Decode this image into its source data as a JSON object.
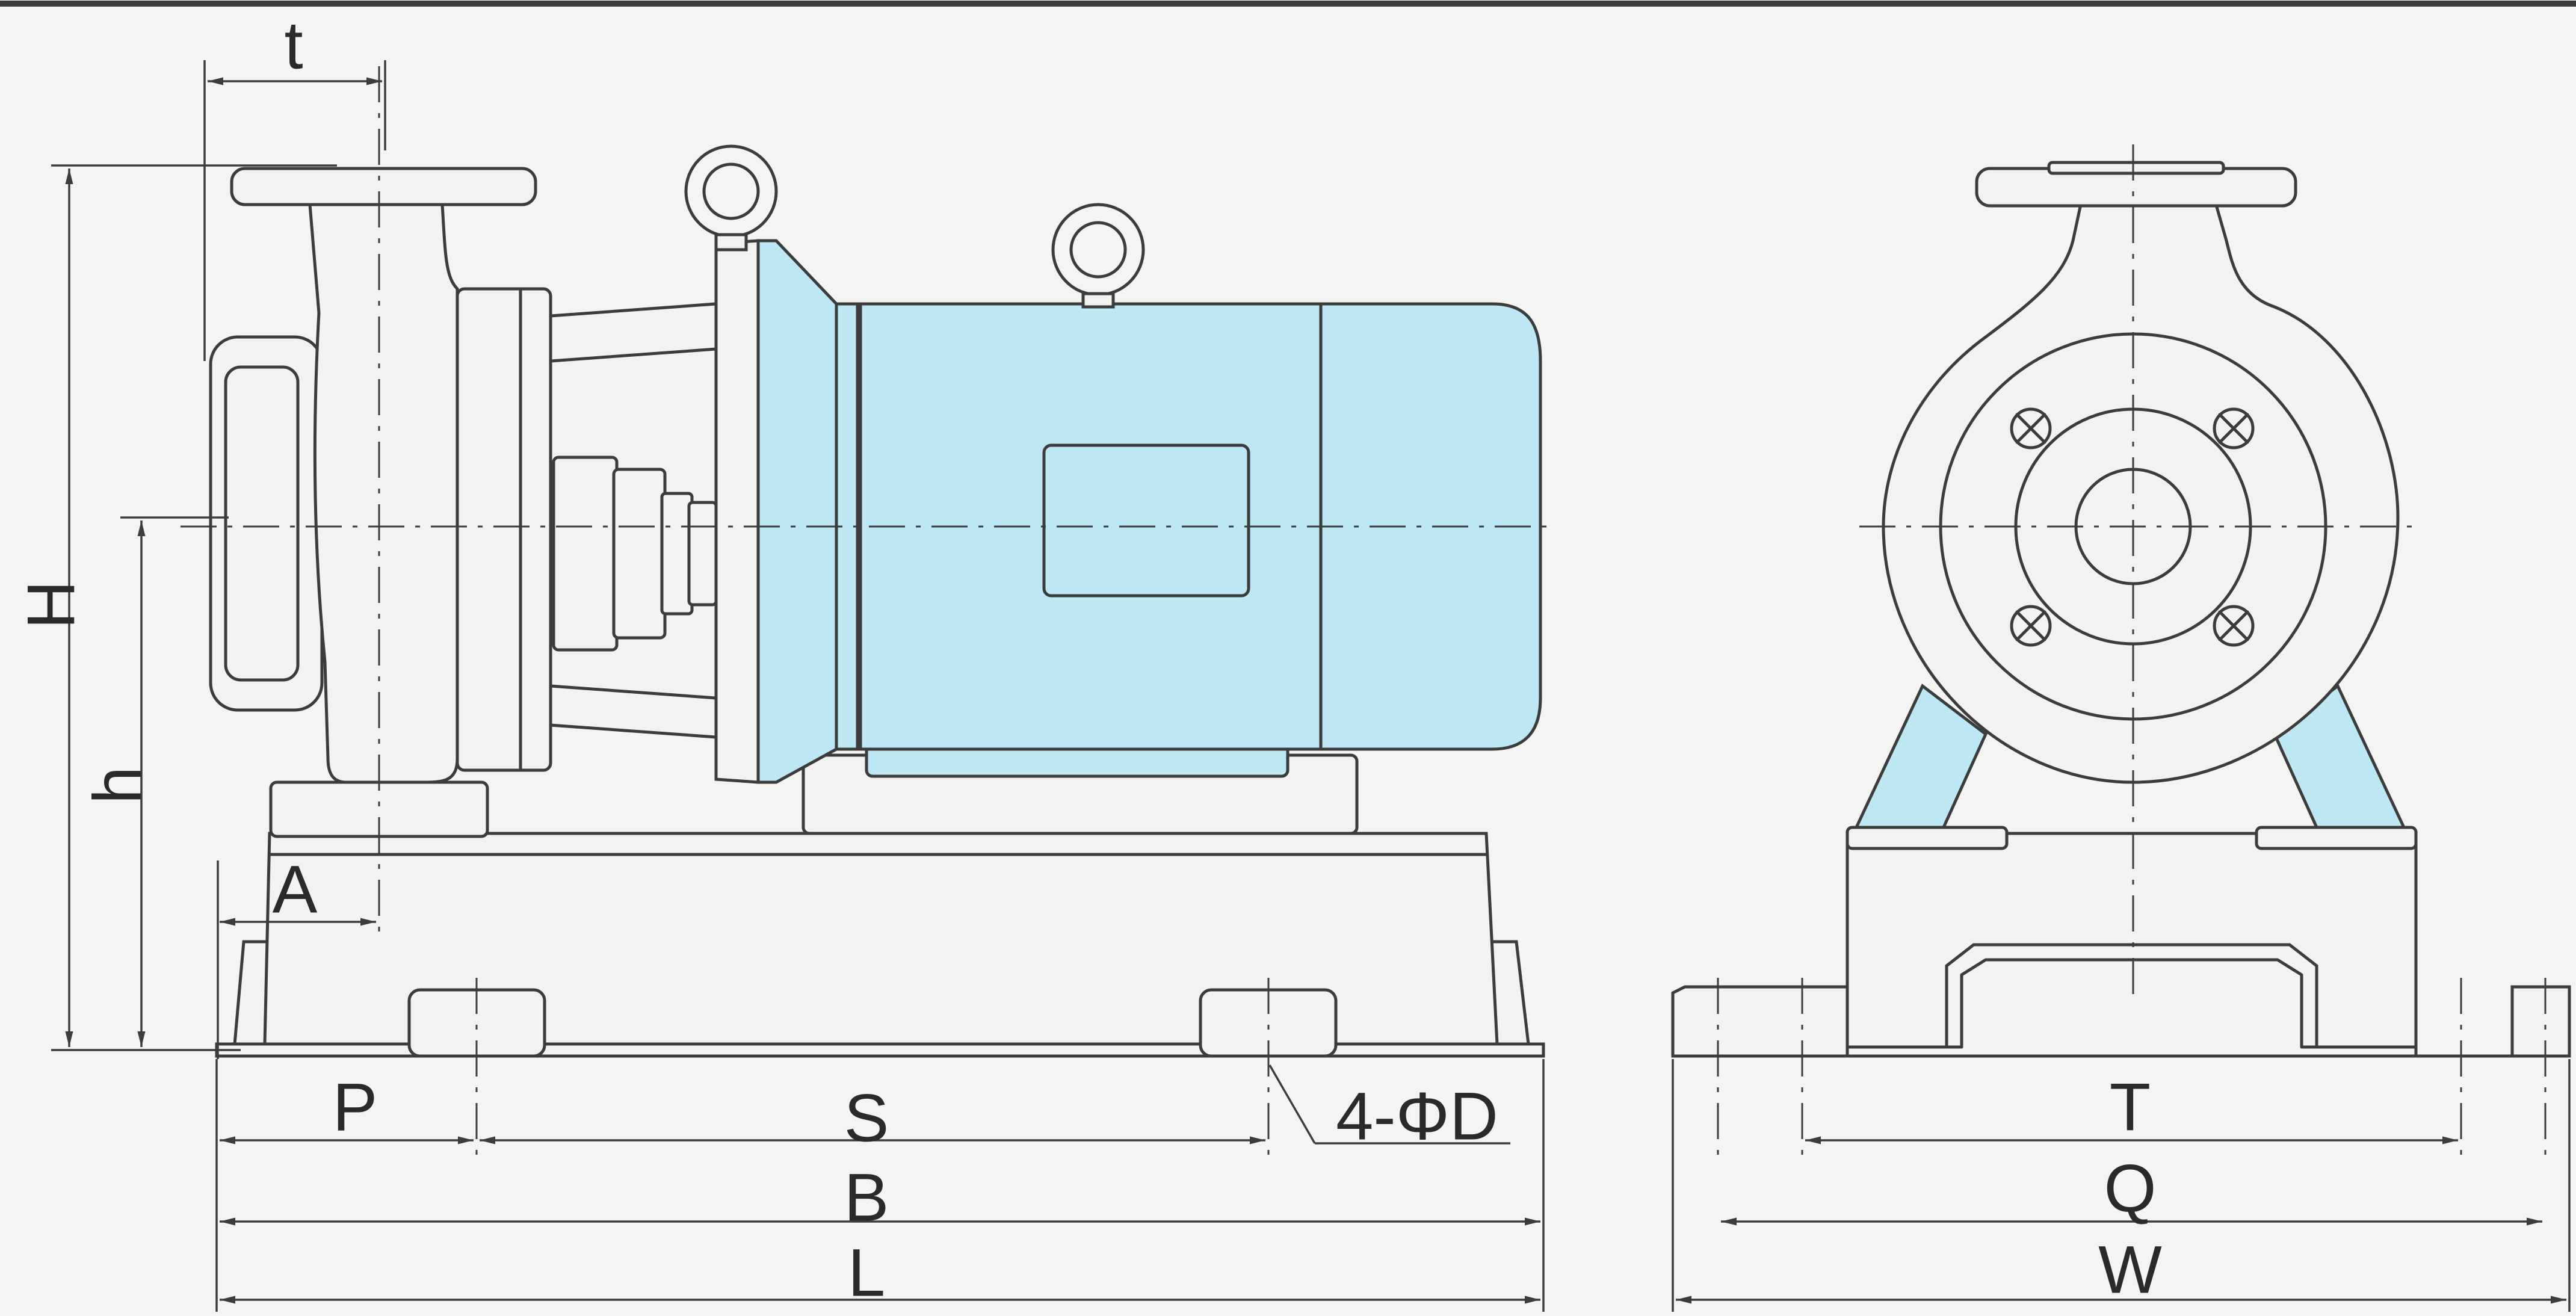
{
  "colors": {
    "motor_blue": "#bde7f3",
    "line": "#3c3c3c",
    "background": "#f4f4f2"
  },
  "labels": {
    "t": "t",
    "H": "H",
    "h": "h",
    "A": "A",
    "P": "P",
    "S": "S",
    "B": "B",
    "L": "L",
    "hole": "4-ΦD",
    "T": "T",
    "Q": "Q",
    "W": "W"
  }
}
